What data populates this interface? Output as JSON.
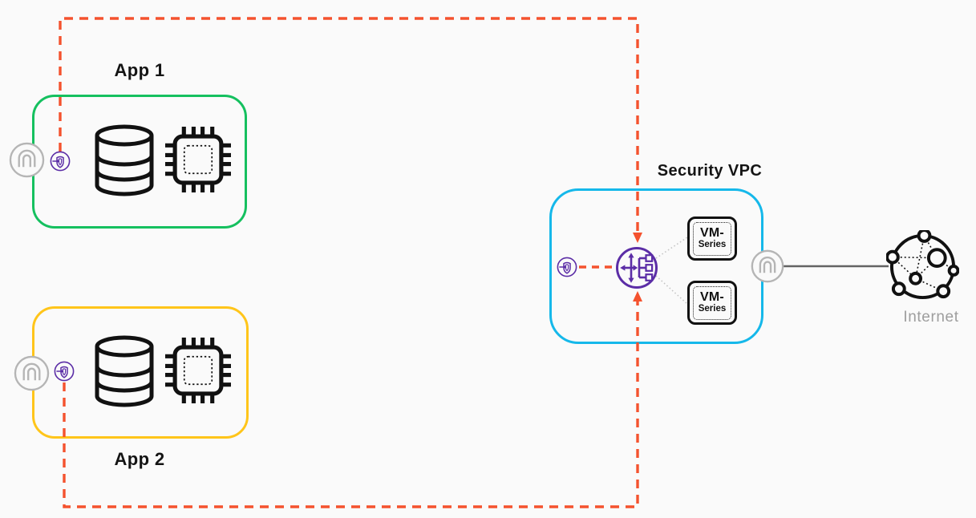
{
  "colors": {
    "background": "#fafafa",
    "app1_border": "#15c05f",
    "app2_border": "#ffc51a",
    "security_border": "#15b8ea",
    "flow_dash": "#f4522e",
    "purple": "#5b2da6",
    "gray_icon": "#b5b5b5",
    "connector": "#636363",
    "dotted_connector": "#c4c4c4",
    "ink": "#141414",
    "internet_label": "#9e9e9e"
  },
  "labels": {
    "app1": "App 1",
    "app2": "App 2",
    "security_vpc": "Security VPC",
    "internet": "Internet"
  },
  "vm_boxes": [
    {
      "line1": "VM-",
      "line2": "Series"
    },
    {
      "line1": "VM-",
      "line2": "Series"
    }
  ],
  "icons": {
    "gateway": "gateway-icon",
    "endpoint": "endpoint-icon",
    "load_balancer": "gateway-load-balancer-icon",
    "database": "database-icon",
    "cpu": "cpu-chip-icon",
    "internet": "internet-globe-icon"
  }
}
